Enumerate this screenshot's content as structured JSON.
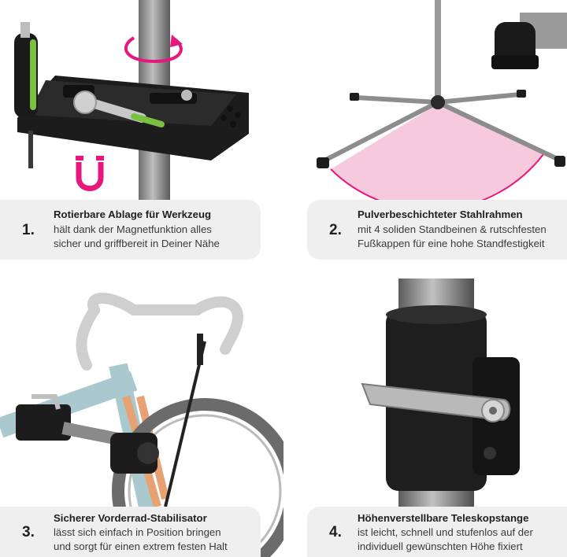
{
  "features": [
    {
      "number": "1.",
      "title": "Rotierbare Ablage für Werkzeug",
      "lines": [
        "hält dank der Magnetfunktion alles",
        "sicher und griffbereit in Deiner Nähe"
      ]
    },
    {
      "number": "2.",
      "title": "Pulverbeschichteter Stahlrahmen",
      "lines": [
        "mit 4 soliden Standbeinen & rutschfesten",
        "Fußkappen für eine hohe Standfestigkeit"
      ]
    },
    {
      "number": "3.",
      "title": "Sicherer Vorderrad-Stabilisator",
      "lines": [
        "lässt sich einfach in Position bringen",
        "und sorgt für einen extrem festen Halt"
      ]
    },
    {
      "number": "4.",
      "title": "Höhenverstellbare Teleskopstange",
      "lines": [
        "ist leicht, schnell und stufenlos auf der",
        "individuell gewünschten Höhe fixiert"
      ]
    }
  ],
  "icons": [
    "rotate-arrow-icon",
    "magnet-icon"
  ],
  "colors": {
    "accent": "#e6177d",
    "card": "#efefef",
    "number_bg": "#d8f0b0",
    "tube": "#8a8a8a",
    "plastic": "#1c1c1c"
  }
}
